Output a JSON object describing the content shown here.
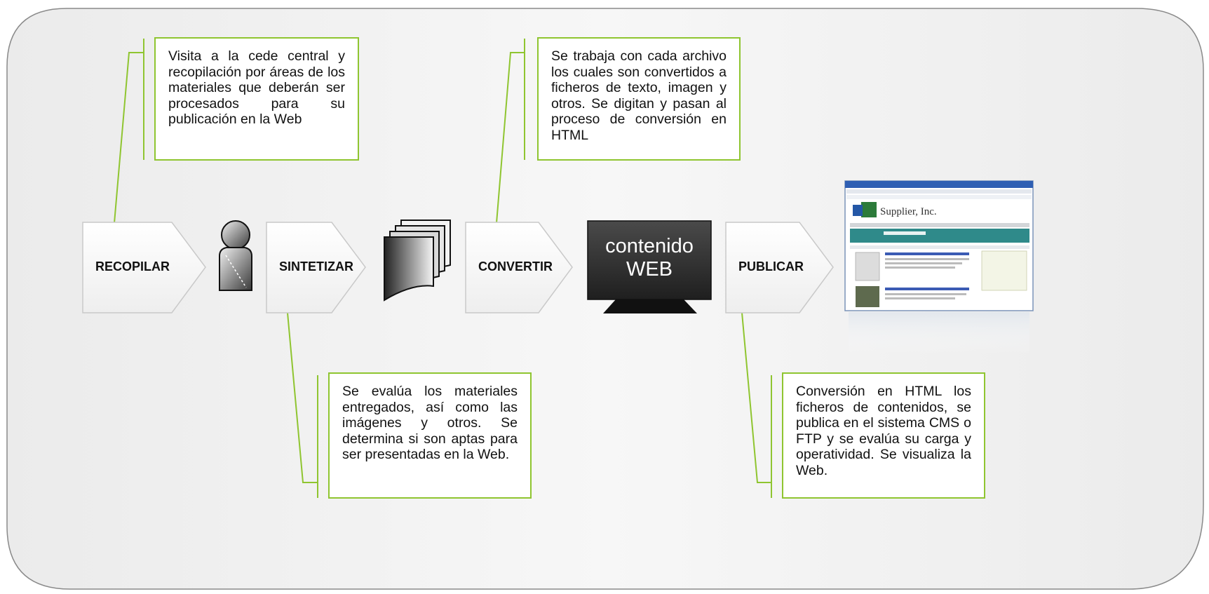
{
  "steps": [
    {
      "label": "RECOPILAR"
    },
    {
      "label": "SINTETIZAR"
    },
    {
      "label": "CONVERTIR"
    },
    {
      "label": "PUBLICAR"
    }
  ],
  "monitor": {
    "line1": "contenido",
    "line2": "WEB"
  },
  "notes": {
    "recopilar": "Visita a la cede central y recopilación por áreas de los materiales que deberán ser procesados para su publicación en la Web",
    "sintetizar": "Se evalúa los materiales entregados, así como las imágenes y otros. Se determina si son aptas para ser presentadas en la Web.",
    "convertir": "Se trabaja con cada archivo los cuales son convertidos a ficheros de texto, imagen y otros. Se digitan y pasan al proceso de conversión en HTML",
    "publicar": "Conversión en HTML los ficheros de contenidos, se publica en el sistema CMS o FTP y se evalúa su carga y operatividad. Se visualiza la Web."
  },
  "website_preview": {
    "brand": "Supplier, Inc."
  },
  "colors": {
    "accent": "#8fc530",
    "chevron_fill": "#f4f4f4",
    "chevron_stroke": "#c9c9c9",
    "monitor": "#2b2b2b"
  }
}
